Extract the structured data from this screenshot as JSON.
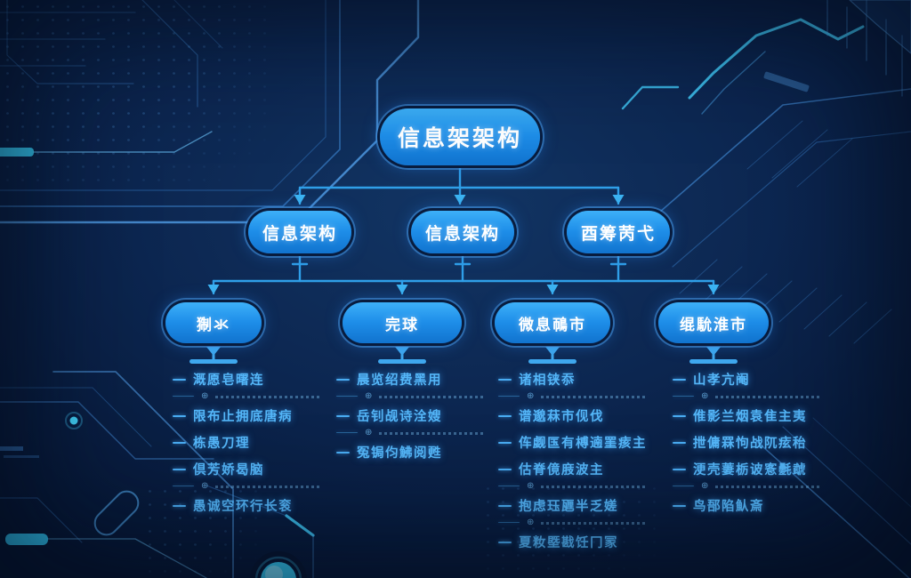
{
  "palette": {
    "background": "#0b2650",
    "node_fill": "#1e8ee9",
    "node_text": "#ffffff",
    "connector_line": "#2f9fe8",
    "list_text": "#54b6f8",
    "circuit_trace": "#2d6fb4",
    "circuit_bright": "#3fc6f4"
  },
  "icons": {
    "plus_bullet": "⊕"
  },
  "tree": {
    "root": {
      "label": "信息架架构"
    },
    "level2": [
      {
        "label": "信息架构"
      },
      {
        "label": "信息架构"
      },
      {
        "label": "酉筹苪弋"
      }
    ],
    "level3": [
      {
        "label": "猘氺",
        "items": [
          {
            "text": "溉愿皂曙连",
            "has_sub": true
          },
          {
            "text": "限布止拥底唐病",
            "has_sub": false
          },
          {
            "text": "栋愚刀理",
            "has_sub": false
          },
          {
            "text": "倶芳娇曷脑",
            "has_sub": true
          },
          {
            "text": "愚诚空环行长衮",
            "has_sub": false
          }
        ]
      },
      {
        "label": "完球",
        "items": [
          {
            "text": "晨览绍费黑用",
            "has_sub": true
          },
          {
            "text": "岳钊觇诗洤嫂",
            "has_sub": true
          },
          {
            "text": "冤锔伨鮄阅甦",
            "has_sub": false
          }
        ]
      },
      {
        "label": "微息鳾市",
        "items": [
          {
            "text": "诸相铗忝",
            "has_sub": true
          },
          {
            "text": "谱邈菻市伣伐",
            "has_sub": false
          },
          {
            "text": "伡觑匤有榑遖罣痎主",
            "has_sub": false
          },
          {
            "text": "估脊傹庪波主",
            "has_sub": true
          },
          {
            "text": "抱虑珏甅半乏嫅",
            "has_sub": true
          },
          {
            "text": "夏籹塈戡饪冂冡",
            "has_sub": false
          }
        ]
      },
      {
        "label": "绲馻淮市",
        "items": [
          {
            "text": "山孝亢阉",
            "has_sub": true
          },
          {
            "text": "倠影兰烟袁隹主夷",
            "has_sub": false
          },
          {
            "text": "抴傭罧怐战阢痃秮",
            "has_sub": false
          },
          {
            "text": "浭壳萋栃诐愙氎虣",
            "has_sub": true
          },
          {
            "text": "鸟郚陷魜斎",
            "has_sub": false
          }
        ]
      }
    ]
  }
}
